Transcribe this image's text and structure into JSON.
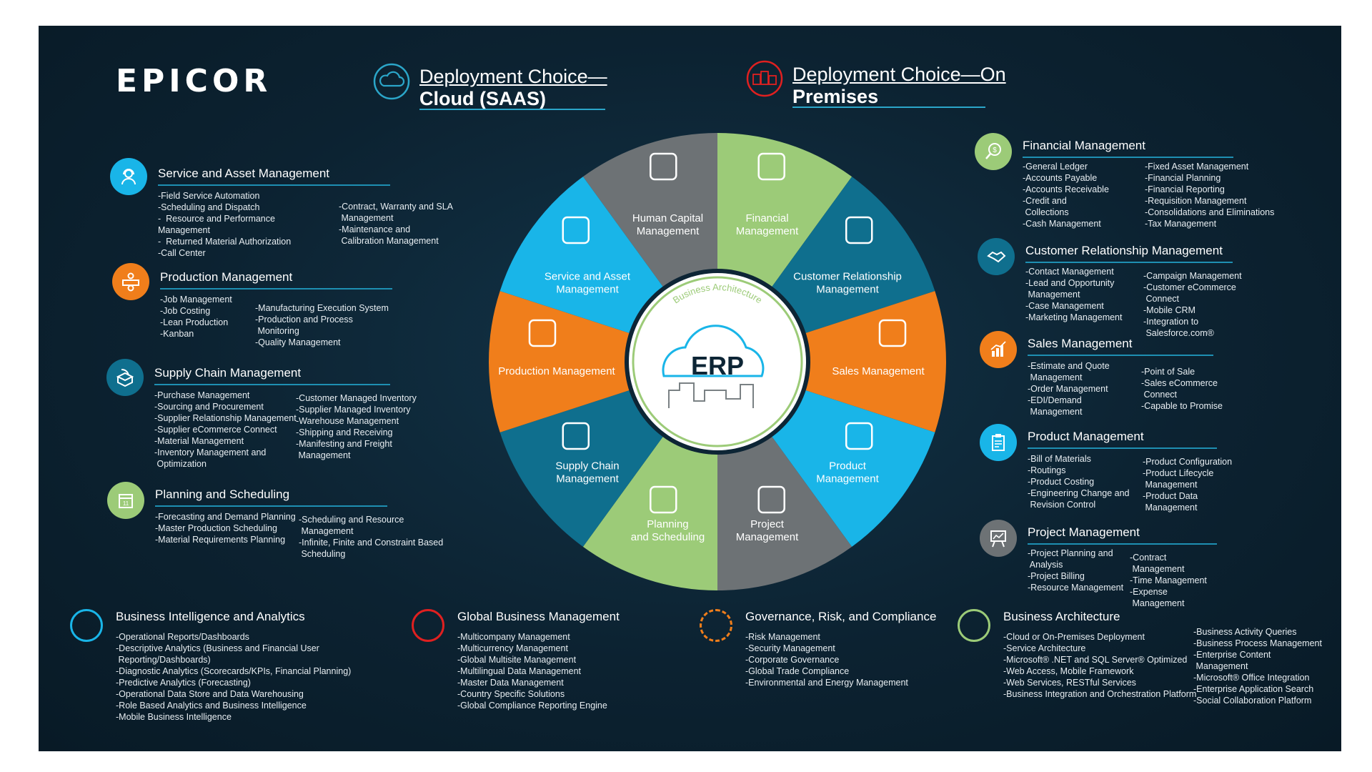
{
  "brand": {
    "logo": "EPICOR"
  },
  "deployment": {
    "cloud": {
      "line1": "Deployment Choice—",
      "line2": "Cloud (SAAS)",
      "icon": "cloud-icon"
    },
    "premises": {
      "line1": "Deployment Choice—On",
      "line2": "Premises",
      "icon": "server-icon"
    }
  },
  "wheel": {
    "center": {
      "title": "ERP",
      "arc_text": "Business Architecture"
    },
    "segments": [
      {
        "label1": "Human Capital",
        "label2": "Management",
        "color": "#6d7275",
        "icon": "id-card-icon"
      },
      {
        "label1": "Financial",
        "label2": "Management",
        "color": "#9ccb78",
        "icon": "dollar-search-icon"
      },
      {
        "label1": "Customer Relationship",
        "label2": "Management",
        "color": "#0f6f8e",
        "icon": "handshake-icon"
      },
      {
        "label1": "Sales Management",
        "label2": "",
        "color": "#f07e1b",
        "icon": "bar-chart-icon"
      },
      {
        "label1": "Product",
        "label2": "Management",
        "color": "#19b5e8",
        "icon": "clipboard-icon"
      },
      {
        "label1": "Project",
        "label2": "Management",
        "color": "#6d7275",
        "icon": "presentation-icon"
      },
      {
        "label1": "Planning",
        "label2": "and Scheduling",
        "color": "#9ccb78",
        "icon": "calendar-icon"
      },
      {
        "label1": "Supply Chain",
        "label2": "Management",
        "color": "#0f6f8e",
        "icon": "box-arrow-icon"
      },
      {
        "label1": "Production Management",
        "label2": "",
        "color": "#f07e1b",
        "icon": "org-gear-icon"
      },
      {
        "label1": "Service and Asset",
        "label2": "Management",
        "color": "#19b5e8",
        "icon": "headset-icon"
      }
    ]
  },
  "left_sections": [
    {
      "title": "Service and Asset Management",
      "color": "#19b5e8",
      "icon": "headset-icon",
      "col1": [
        "-Field Service Automation",
        "-Scheduling and Dispatch",
        "-  Resource and Performance",
        "Management",
        "-  Returned Material Authorization",
        "-Call Center"
      ],
      "col2": [
        "-Contract, Warranty and SLA",
        " Management",
        "-Maintenance and",
        " Calibration Management"
      ]
    },
    {
      "title": "Production Management",
      "color": "#f07e1b",
      "icon": "org-gear-icon",
      "col1": [
        "-Job Management",
        "-Job Costing",
        "-Lean Production",
        "-Kanban"
      ],
      "col2": [
        "-Manufacturing Execution System",
        "-Production and Process",
        " Monitoring",
        "-Quality Management"
      ]
    },
    {
      "title": "Supply Chain Management",
      "color": "#0f6f8e",
      "icon": "box-arrow-icon",
      "col1": [
        "-Purchase Management",
        "-Sourcing and Procurement",
        "-Supplier Relationship Management",
        "-Supplier eCommerce Connect",
        "-Material Management",
        "-Inventory Management and",
        " Optimization"
      ],
      "col2": [
        "-Customer Managed Inventory",
        "-Supplier Managed Inventory",
        "-Warehouse Management",
        "-Shipping and Receiving",
        "-Manifesting and Freight",
        " Management"
      ]
    },
    {
      "title": "Planning and Scheduling",
      "color": "#9ccb78",
      "icon": "calendar-icon",
      "col1": [
        "-Forecasting and Demand Planning",
        "-Master Production Scheduling",
        "-Material Requirements Planning"
      ],
      "col2": [
        "-Scheduling and Resource",
        " Management",
        "-Infinite, Finite and Constraint Based",
        " Scheduling"
      ]
    }
  ],
  "right_sections": [
    {
      "title": "Financial Management",
      "color": "#9ccb78",
      "icon": "dollar-search-icon",
      "col1": [
        "-General Ledger",
        "-Accounts Payable",
        "-Accounts Receivable",
        "-Credit and",
        " Collections",
        "-Cash Management"
      ],
      "col2": [
        "-Fixed Asset Management",
        "-Financial Planning",
        "-Financial Reporting",
        "-Requisition Management",
        "-Consolidations and Eliminations",
        "-Tax Management"
      ]
    },
    {
      "title": "Customer Relationship Management",
      "color": "#0f6f8e",
      "icon": "handshake-icon",
      "col1": [
        "-Contact Management",
        "-Lead and Opportunity",
        " Management",
        "-Case Management",
        "-Marketing Management"
      ],
      "col2": [
        "-Campaign Management",
        "-Customer eCommerce",
        " Connect",
        "-Mobile CRM",
        "-Integration to",
        " Salesforce.com®"
      ]
    },
    {
      "title": "Sales Management",
      "color": "#f07e1b",
      "icon": "bar-chart-icon",
      "col1": [
        "-Estimate and Quote",
        " Management",
        "-Order Management",
        "-EDI/Demand",
        " Management"
      ],
      "col2": [
        "-Point of Sale",
        "-Sales eCommerce",
        " Connect",
        "-Capable to Promise"
      ]
    },
    {
      "title": "Product Management",
      "color": "#19b5e8",
      "icon": "clipboard-icon",
      "col1": [
        "-Bill of Materials",
        "-Routings",
        "-Product Costing",
        "-Engineering Change and",
        " Revision Control"
      ],
      "col2": [
        "-Product Configuration",
        "-Product Lifecycle",
        " Management",
        "-Product Data",
        " Management"
      ]
    },
    {
      "title": "Project Management",
      "color": "#6d7275",
      "icon": "presentation-icon",
      "col1": [
        "-Project Planning and",
        " Analysis",
        "-Project Billing",
        "-Resource Management"
      ],
      "col2": [
        "-Contract",
        " Management",
        "-Time Management",
        "-Expense",
        " Management"
      ]
    }
  ],
  "bottom_sections": [
    {
      "title": "Business Intelligence and Analytics",
      "ring_color": "#19b5e8",
      "ring_style": "solid",
      "col1": [
        "-Operational Reports/Dashboards",
        "-Descriptive Analytics (Business and Financial User",
        " Reporting/Dashboards)",
        "-Diagnostic Analytics (Scorecards/KPIs, Financial Planning)",
        "-Predictive Analytics (Forecasting)",
        "-Operational Data Store and Data Warehousing",
        "-Role Based Analytics and Business Intelligence",
        "-Mobile Business Intelligence"
      ],
      "col2": []
    },
    {
      "title": "Global Business Management",
      "ring_color": "#e02020",
      "ring_style": "solid",
      "col1": [
        "-Multicompany Management",
        "-Multicurrency Management",
        "-Global Multisite Management",
        "-Multilingual Data Management",
        "-Master Data Management",
        "-Country Specific Solutions",
        "-Global Compliance Reporting Engine"
      ],
      "col2": []
    },
    {
      "title": "Governance, Risk, and Compliance",
      "ring_color": "#f07e1b",
      "ring_style": "dashed",
      "col1": [
        "-Risk Management",
        "-Security Management",
        "-Corporate Governance",
        "-Global Trade Compliance",
        "-Environmental and Energy Management"
      ],
      "col2": []
    },
    {
      "title": "Business Architecture",
      "ring_color": "#9ccb78",
      "ring_style": "solid",
      "col1": [
        "-Cloud or On-Premises Deployment",
        "-Service Architecture",
        "-Microsoft® .NET and SQL Server® Optimized",
        "-Web Access, Mobile Framework",
        "-Web Services, RESTful Services",
        "-Business Integration and Orchestration Platform"
      ],
      "col2": [
        "-Business Activity Queries",
        "-Business Process Management",
        "-Enterprise Content",
        " Management",
        "-Microsoft® Office Integration",
        "-Enterprise Application Search",
        "-Social Collaboration Platform"
      ]
    }
  ]
}
